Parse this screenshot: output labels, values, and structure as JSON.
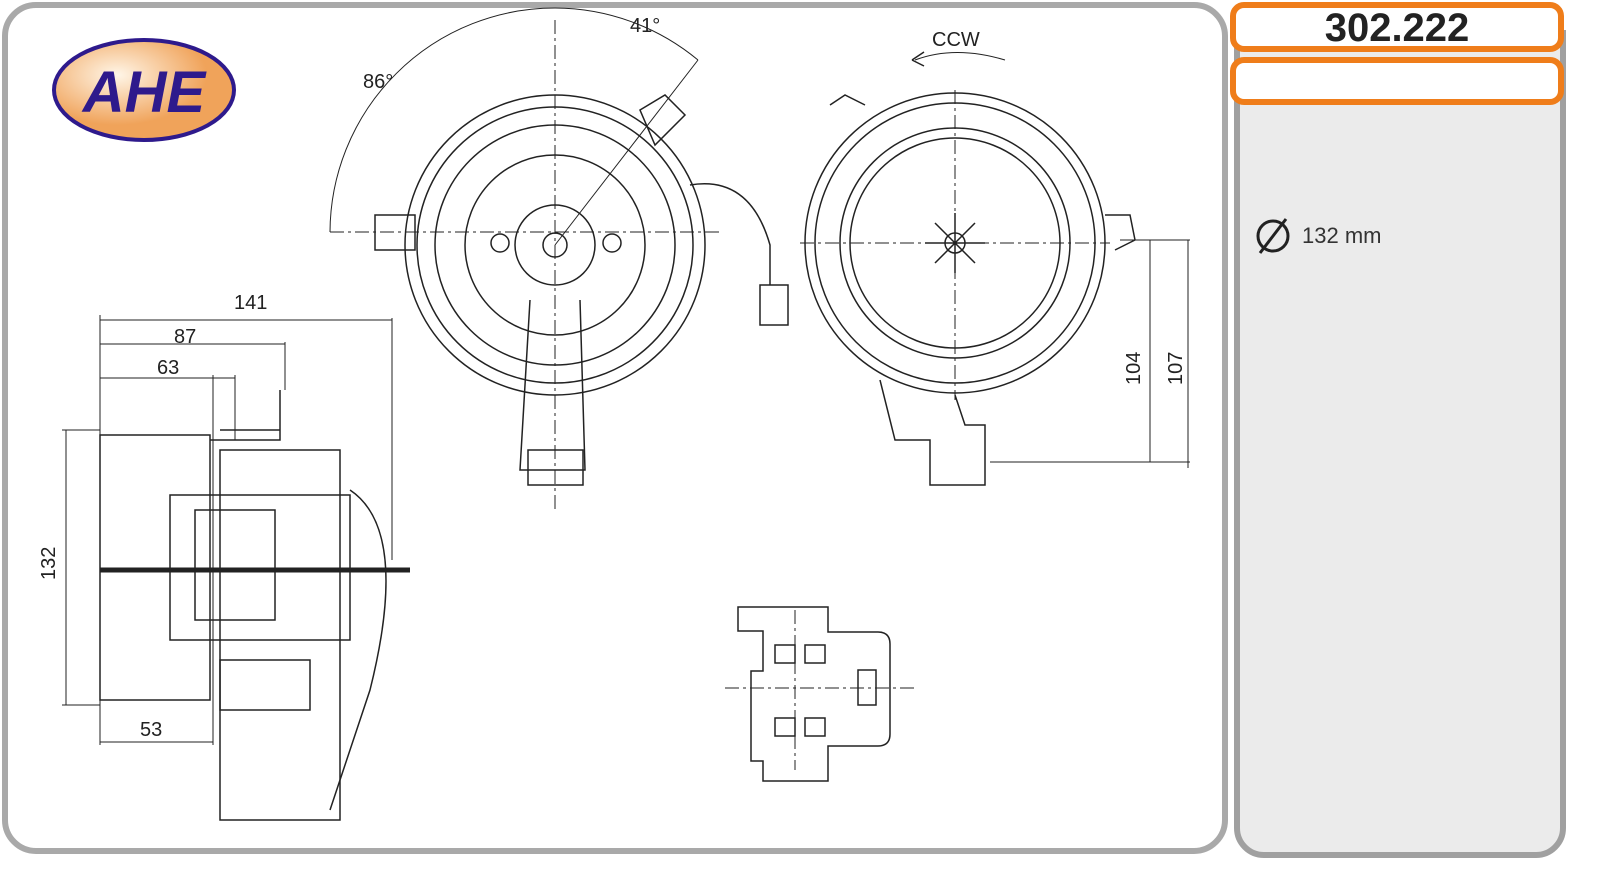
{
  "logo": {
    "text": "AHE"
  },
  "part": {
    "number": "302.222",
    "description": ""
  },
  "specs": {
    "diameter_label": "132 mm",
    "diameter_icon": "diameter-icon"
  },
  "dimensions": {
    "angle_1": "41°",
    "angle_2": "86°",
    "rotation": "CCW",
    "width_total": "141",
    "width_87": "87",
    "width_63": "63",
    "width_53": "53",
    "height_132": "132",
    "height_104": "104",
    "height_107": "107"
  },
  "colors": {
    "accent": "#ef7d1a",
    "frame": "#a9a9a9",
    "panel": "#ebebeb",
    "logo_blue": "#2e1a8c",
    "logo_orange": "#f0a35a"
  }
}
